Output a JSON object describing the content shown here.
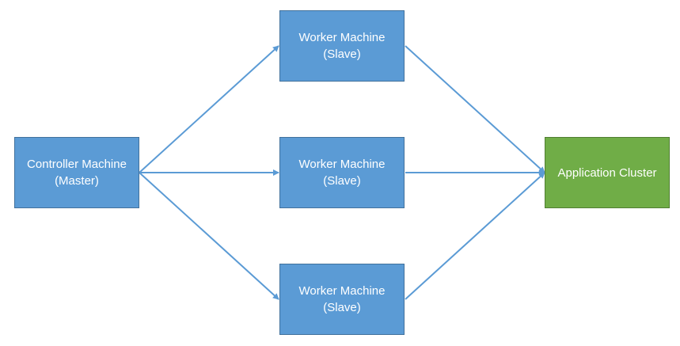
{
  "diagram": {
    "colors": {
      "node_fill": "#5b9bd5",
      "node_border": "#41719c",
      "cluster_fill": "#70ad47",
      "cluster_border": "#507e32",
      "arrow": "#5b9bd5",
      "text": "#ffffff"
    },
    "nodes": {
      "controller": {
        "line1": "Controller Machine",
        "line2": "(Master)"
      },
      "worker_top": {
        "line1": "Worker Machine",
        "line2": "(Slave)"
      },
      "worker_middle": {
        "line1": "Worker Machine",
        "line2": "(Slave)"
      },
      "worker_bottom": {
        "line1": "Worker Machine",
        "line2": "(Slave)"
      },
      "cluster": {
        "line1": "Application Cluster"
      }
    },
    "edges": [
      {
        "from": "controller",
        "to": "worker_top"
      },
      {
        "from": "controller",
        "to": "worker_middle"
      },
      {
        "from": "controller",
        "to": "worker_bottom"
      },
      {
        "from": "worker_top",
        "to": "cluster"
      },
      {
        "from": "worker_middle",
        "to": "cluster"
      },
      {
        "from": "worker_bottom",
        "to": "cluster"
      }
    ]
  }
}
